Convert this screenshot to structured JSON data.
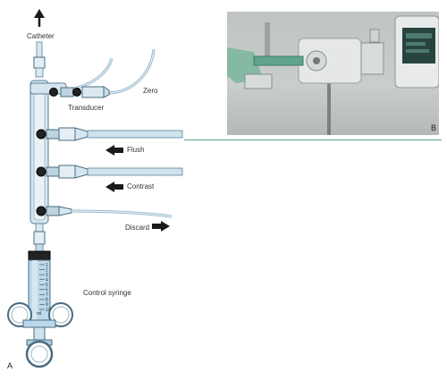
{
  "figure_a": {
    "panel_label": "A",
    "labels": {
      "catheter": "Catheter",
      "zero": "Zero",
      "transducer": "Transducer",
      "flush": "Flush",
      "contrast": "Contrast",
      "discard": "Discard",
      "control_syringe": "Control syringe"
    },
    "syringe_scale": [
      "1",
      "2",
      "3",
      "4",
      "5",
      "6",
      "7",
      "8",
      "9",
      "10"
    ],
    "syringe_unit": "ml"
  },
  "figure_b": {
    "panel_label": "B"
  },
  "colors": {
    "tube_blue": "#cfe3ef",
    "tube_outline": "#5b7f95",
    "accent_teal": "#5e9a8b",
    "arrow": "#1a1a1a",
    "valve_dark": "#222222"
  }
}
